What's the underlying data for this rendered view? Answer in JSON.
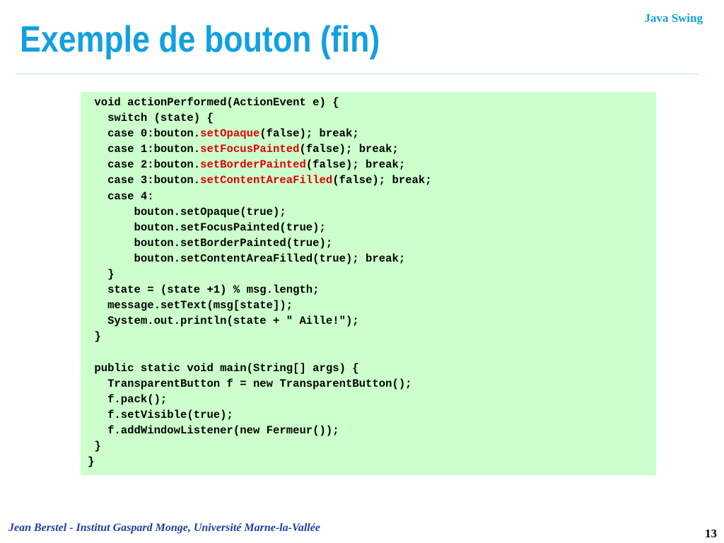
{
  "header": {
    "tag": "Java Swing"
  },
  "title": "Exemple de bouton (fin)",
  "code": {
    "lines": [
      [
        {
          "t": " void actionPerformed(ActionEvent e) {"
        }
      ],
      [
        {
          "t": "   switch (state) {"
        }
      ],
      [
        {
          "t": "   case 0:bouton."
        },
        {
          "t": "setOpaque",
          "hl": true
        },
        {
          "t": "(false); break;"
        }
      ],
      [
        {
          "t": "   case 1:bouton."
        },
        {
          "t": "setFocusPainted",
          "hl": true
        },
        {
          "t": "(false); break;"
        }
      ],
      [
        {
          "t": "   case 2:bouton."
        },
        {
          "t": "setBorderPainted",
          "hl": true
        },
        {
          "t": "(false); break;"
        }
      ],
      [
        {
          "t": "   case 3:bouton."
        },
        {
          "t": "setContentAreaFilled",
          "hl": true
        },
        {
          "t": "(false); break;"
        }
      ],
      [
        {
          "t": "   case 4:"
        }
      ],
      [
        {
          "t": "       bouton.setOpaque(true);"
        }
      ],
      [
        {
          "t": "       bouton.setFocusPainted(true);"
        }
      ],
      [
        {
          "t": "       bouton.setBorderPainted(true);"
        }
      ],
      [
        {
          "t": "       bouton.setContentAreaFilled(true); break;"
        }
      ],
      [
        {
          "t": "   }"
        }
      ],
      [
        {
          "t": "   state = (state +1) % msg.length;"
        }
      ],
      [
        {
          "t": "   message.setText(msg[state]);"
        }
      ],
      [
        {
          "t": "   System.out.println(state + \" Aille!\");"
        }
      ],
      [
        {
          "t": " }"
        }
      ],
      [
        {
          "t": ""
        }
      ],
      [
        {
          "t": " public static void main(String[] args) {"
        }
      ],
      [
        {
          "t": "   TransparentButton f = new TransparentButton();"
        }
      ],
      [
        {
          "t": "   f.pack();"
        }
      ],
      [
        {
          "t": "   f.setVisible(true);"
        }
      ],
      [
        {
          "t": "   f.addWindowListener(new Fermeur());"
        }
      ],
      [
        {
          "t": " }"
        }
      ],
      [
        {
          "t": "}"
        }
      ]
    ],
    "highlight_color": "#e00000",
    "background_color": "#ccffcc"
  },
  "footer": {
    "author": "Jean Berstel  -   Institut Gaspard Monge, Université Marne-la-Vallée",
    "page_number": "13"
  },
  "colors": {
    "title": "#12a0e0",
    "footer": "#1f3ea8"
  }
}
